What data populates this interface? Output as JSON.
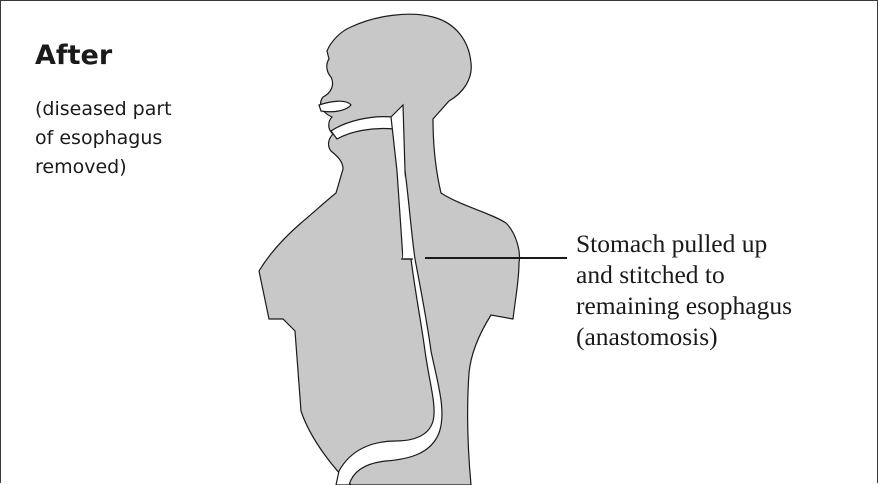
{
  "title": "After",
  "subtitle_lines": [
    "(diseased part",
    "of esophagus",
    "removed)"
  ],
  "callout_lines": [
    "Stomach pulled up",
    "and stitched to",
    "remaining esophagus",
    "(anastomosis)"
  ],
  "colors": {
    "body_fill": "#c8c8c8",
    "outline": "#1a1a1a",
    "organ_fill": "#ffffff",
    "border": "#3a3a3a"
  },
  "icons": [
    "human-torso-silhouette-icon",
    "esophagus-icon",
    "stomach-icon"
  ]
}
